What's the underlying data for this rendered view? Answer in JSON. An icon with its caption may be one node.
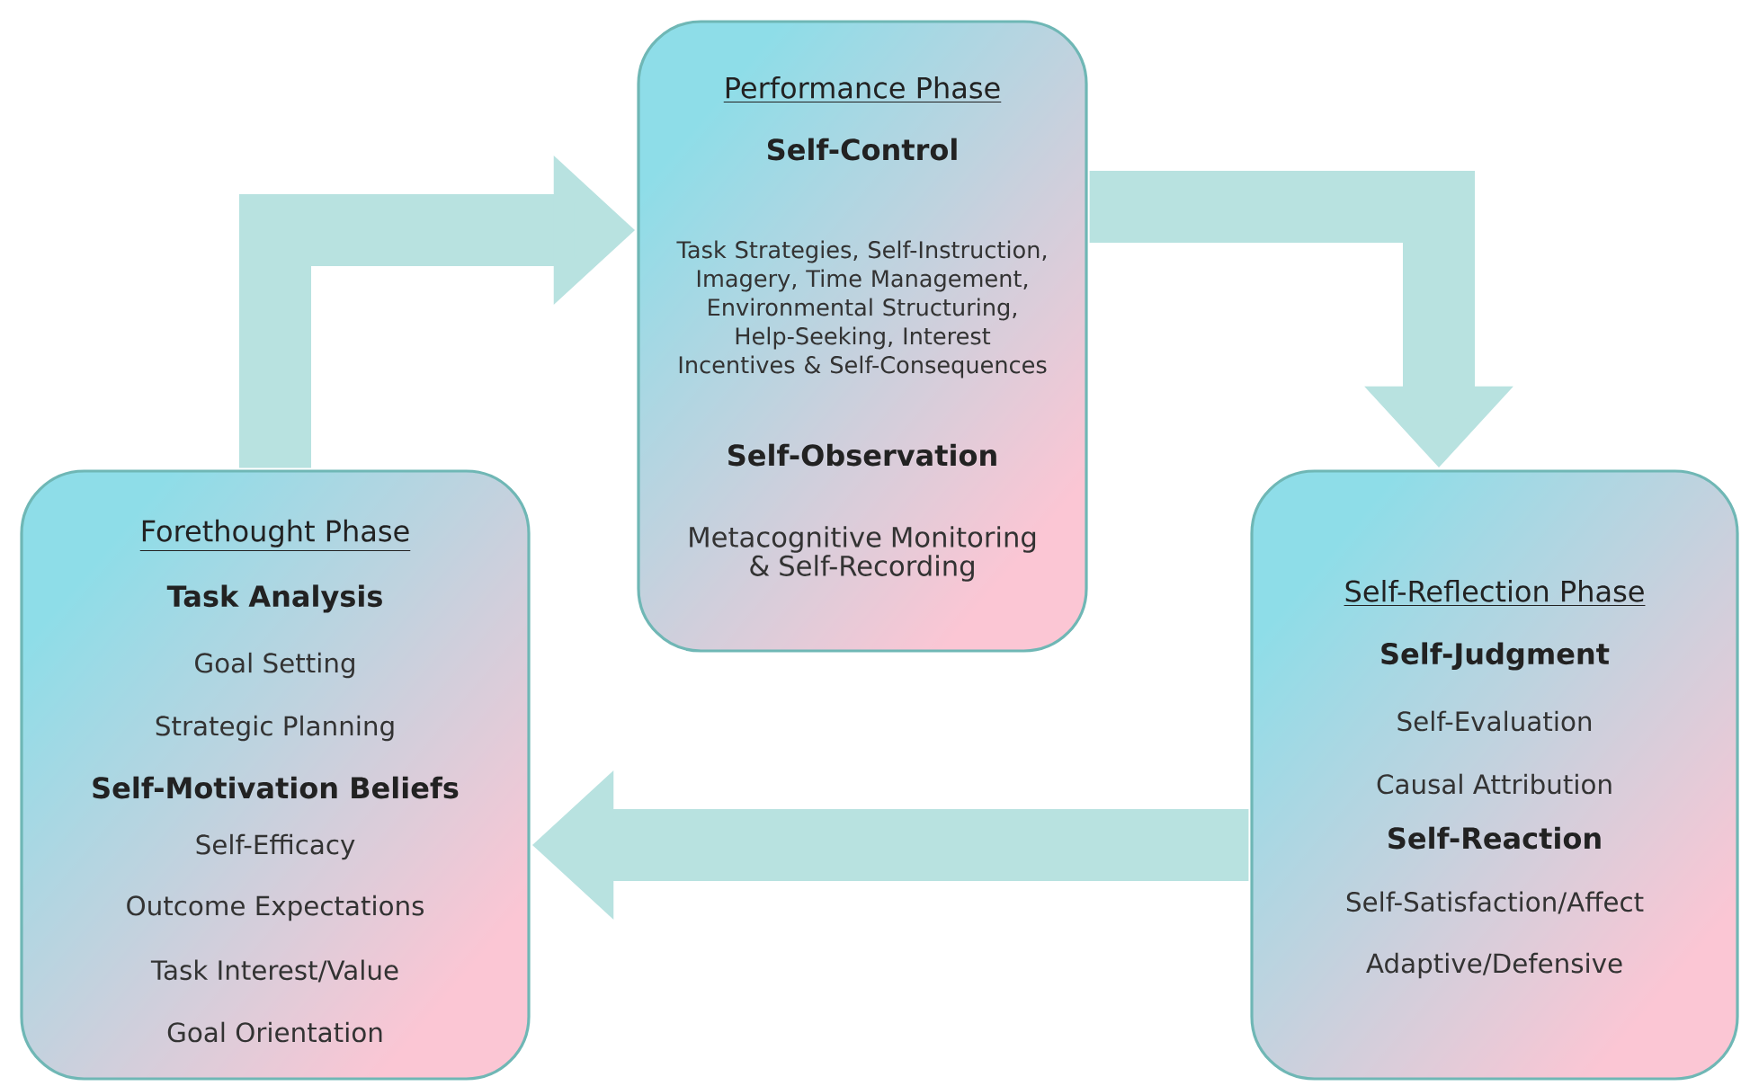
{
  "diagram": {
    "nodes": [
      {
        "text": [
          "Forethought Phase",
          "Task Analysis",
          "Goal Setting",
          "Strategic Planning",
          "Self-Motivation Beliefs",
          "Self-Efficacy",
          "Outcome Expectations",
          "Task Interest/Value",
          "Goal Orientation"
        ]
      },
      {
        "text": [
          "Performance Phase",
          "Self-Control",
          "Task Strategies, Self-Instruction, Imagery, Time Management, Environmental Structuring, Help-Seeking, Interest Incentives & Self-Consequences",
          "Self-Observation",
          "Metacognitive Monitoring & Self-Recording"
        ]
      },
      {
        "text": [
          "Self-Reflection Phase",
          "Self-Judgment",
          "Self-Evaluation",
          "Causal Attribution",
          "Self-Reaction",
          "Self-Satisfaction/Affect",
          "Adaptive/Defensive"
        ]
      }
    ],
    "edges": [
      {
        "from": 0,
        "to": 1,
        "arrow": "to"
      },
      {
        "from": 1,
        "to": 2,
        "arrow": "to"
      },
      {
        "from": 2,
        "to": 0,
        "arrow": "to"
      }
    ]
  }
}
